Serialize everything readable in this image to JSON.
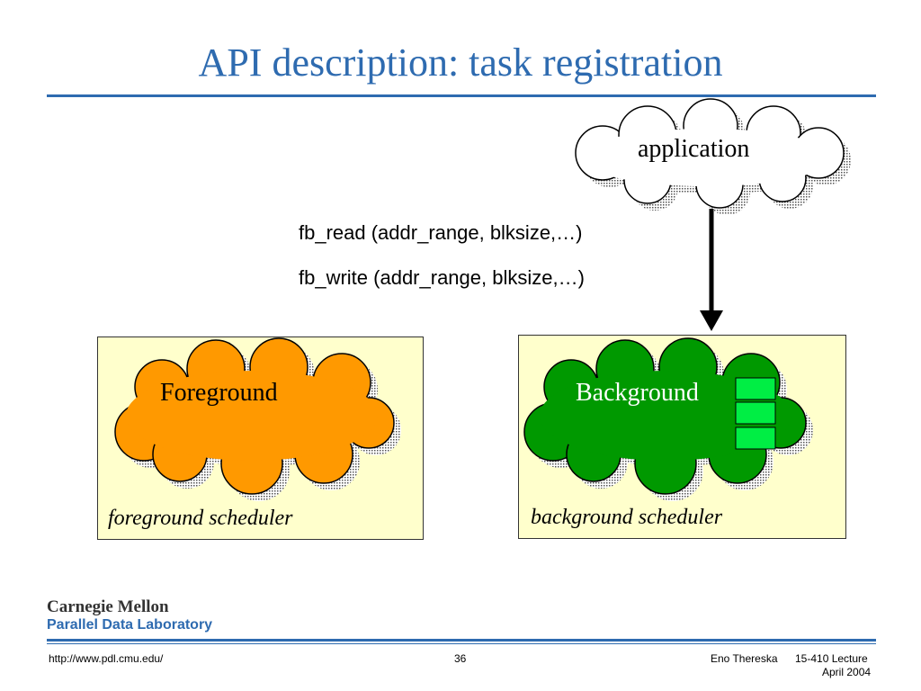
{
  "slide": {
    "title": "API description: task registration"
  },
  "application_cloud": {
    "label": "application"
  },
  "api_calls": [
    "fb_read (addr_range, blksize,…)",
    "fb_write (addr_range, blksize,…)"
  ],
  "foreground": {
    "cloud_label": "Foreground",
    "box_label": "foreground scheduler",
    "cloud_color": "#ff9900"
  },
  "background": {
    "cloud_label": "Background",
    "box_label": "background scheduler",
    "cloud_color": "#009900",
    "queue_color": "#00ee44"
  },
  "logo": {
    "line1": "Carnegie Mellon",
    "line2": "Parallel Data Laboratory"
  },
  "footer": {
    "url": "http://www.pdl.cmu.edu/",
    "page_number": "36",
    "author": "Eno Thereska",
    "course": "15-410 Lecture",
    "date": "April 2004"
  },
  "colors": {
    "accent": "#2e6bb0",
    "box_fill": "#ffffcc"
  }
}
